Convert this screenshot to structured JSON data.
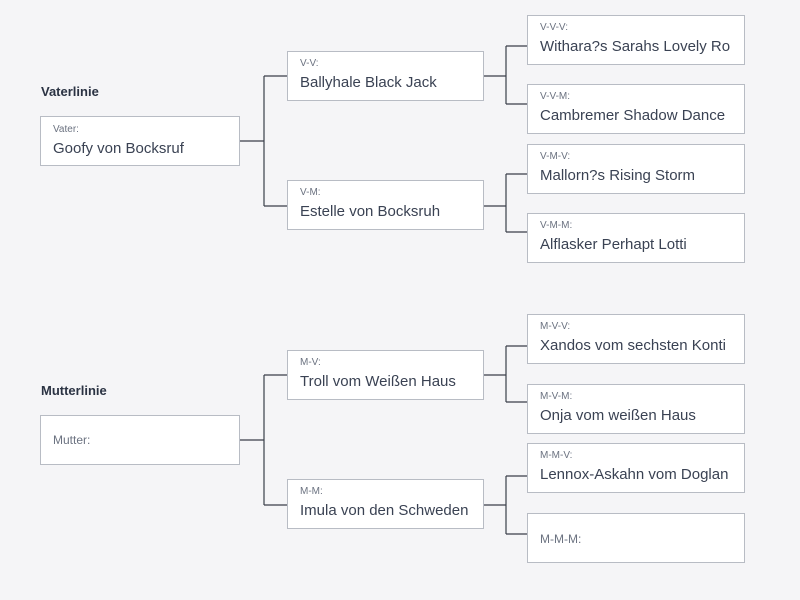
{
  "sections": {
    "father": "Vaterlinie",
    "mother": "Mutterlinie"
  },
  "pedigree": {
    "vater": {
      "label": "Vater:",
      "name": "Goofy von Bocksruf"
    },
    "vv": {
      "label": "V-V:",
      "name": "Ballyhale Black Jack"
    },
    "vm": {
      "label": "V-M:",
      "name": "Estelle von Bocksruh"
    },
    "vvv": {
      "label": "V-V-V:",
      "name": "Withara?s Sarahs Lovely Ro"
    },
    "vvm": {
      "label": "V-V-M:",
      "name": "Cambremer Shadow Dance"
    },
    "vmv": {
      "label": "V-M-V:",
      "name": "Mallorn?s Rising Storm"
    },
    "vmm": {
      "label": "V-M-M:",
      "name": "Alflasker Perhapt Lotti"
    },
    "mutter": {
      "label": "Mutter:",
      "name": ""
    },
    "mv": {
      "label": "M-V:",
      "name": "Troll vom Weißen Haus"
    },
    "mm": {
      "label": "M-M:",
      "name": "Imula von den Schweden"
    },
    "mvv": {
      "label": "M-V-V:",
      "name": "Xandos vom sechsten Konti"
    },
    "mvm": {
      "label": "M-V-M:",
      "name": "Onja vom weißen Haus"
    },
    "mmv": {
      "label": "M-M-V:",
      "name": "Lennox-Askahn vom Doglan"
    },
    "mmm": {
      "label": "M-M-M:",
      "name": ""
    }
  },
  "colors": {
    "background": "#f5f5f7",
    "box_border": "#b8bcc4",
    "connector": "#3a3f4a",
    "text": "#3a4253",
    "label": "#6b7280"
  }
}
